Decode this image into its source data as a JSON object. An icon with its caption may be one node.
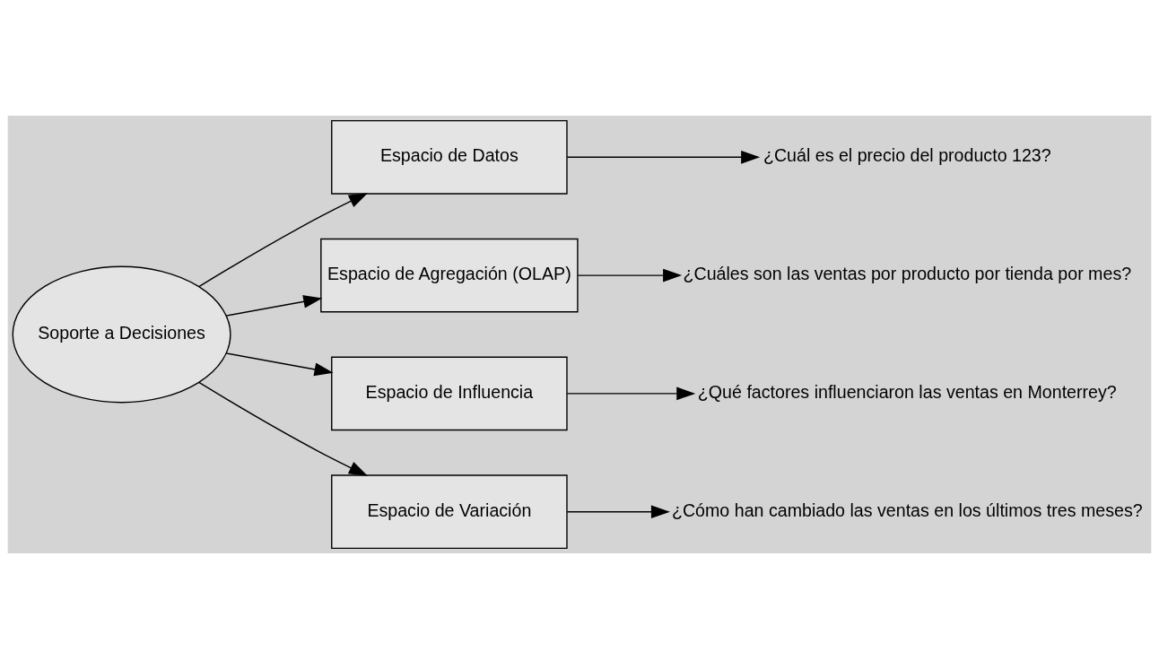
{
  "diagram": {
    "nodes": [
      {
        "text": [
          "Soporte a Decisiones"
        ]
      },
      {
        "text": [
          "Espacio de Datos"
        ]
      },
      {
        "text": [
          "¿Cuál es el precio del producto 123?"
        ]
      },
      {
        "text": [
          "Espacio de Agregación (OLAP)"
        ]
      },
      {
        "text": [
          "¿Cuáles son las ventas por producto por tienda por mes?"
        ]
      },
      {
        "text": [
          "Espacio de Influencia"
        ]
      },
      {
        "text": [
          "¿Qué factores influenciaron las ventas en Monterrey?"
        ]
      },
      {
        "text": [
          "Espacio de Variación"
        ]
      },
      {
        "text": [
          "¿Cómo han cambiado las ventas en los últimos tres meses?"
        ]
      }
    ],
    "edges": [
      {
        "from": 0,
        "to": 1,
        "arrow": "to"
      },
      {
        "from": 1,
        "to": 2,
        "arrow": "to"
      },
      {
        "from": 0,
        "to": 3,
        "arrow": "to"
      },
      {
        "from": 3,
        "to": 4,
        "arrow": "to"
      },
      {
        "from": 0,
        "to": 5,
        "arrow": "to"
      },
      {
        "from": 5,
        "to": 6,
        "arrow": "to"
      },
      {
        "from": 0,
        "to": 7,
        "arrow": "to"
      },
      {
        "from": 7,
        "to": 8,
        "arrow": "to"
      }
    ]
  }
}
